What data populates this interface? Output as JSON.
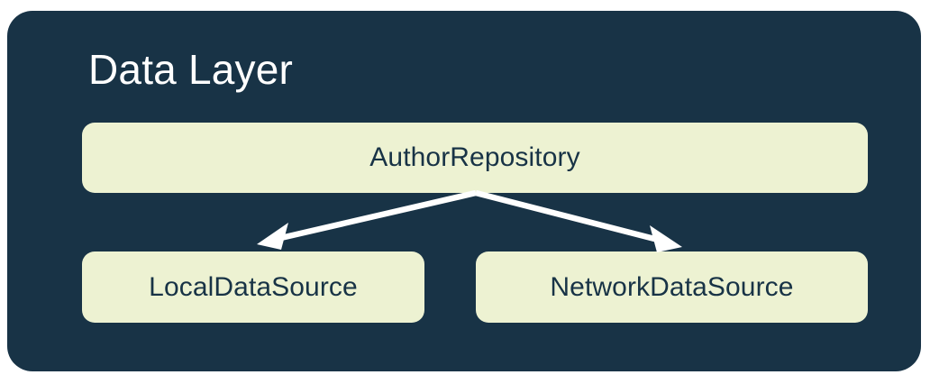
{
  "diagram": {
    "type": "architecture-layer-diagram",
    "title": "Data Layer",
    "colors": {
      "container_background": "#183346",
      "node_background": "#EDF2D2",
      "node_text": "#183346",
      "title_text": "#FFFFFF",
      "arrow": "#FFFFFF",
      "page_background": "#FFFFFF"
    },
    "nodes": [
      {
        "id": "repository",
        "label": "AuthorRepository"
      },
      {
        "id": "local",
        "label": "LocalDataSource"
      },
      {
        "id": "network",
        "label": "NetworkDataSource"
      }
    ],
    "edges": [
      {
        "from": "repository",
        "to": "local",
        "style": "solid-arrow"
      },
      {
        "from": "repository",
        "to": "network",
        "style": "solid-arrow"
      }
    ]
  }
}
